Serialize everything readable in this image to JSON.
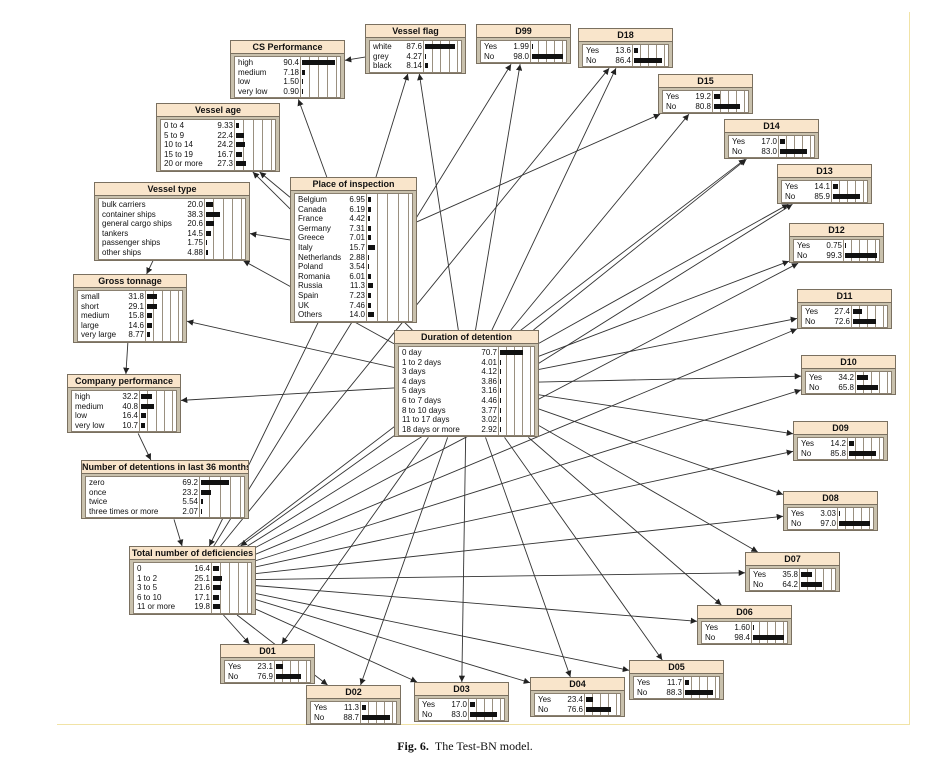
{
  "caption": {
    "label": "Fig. 6.",
    "text": "The Test-BN model."
  },
  "nodes": [
    {
      "id": "cs-performance",
      "title": "CS Performance",
      "states": [
        [
          "high",
          "90.4"
        ],
        [
          "medium",
          "7.18"
        ],
        [
          "low",
          "1.50"
        ],
        [
          "very low",
          "0.90"
        ]
      ]
    },
    {
      "id": "vessel-flag",
      "title": "Vessel flag",
      "states": [
        [
          "white",
          "87.6"
        ],
        [
          "grey",
          "4.27"
        ],
        [
          "black",
          "8.14"
        ]
      ]
    },
    {
      "id": "d99",
      "title": "D99",
      "states": [
        [
          "Yes",
          "1.99"
        ],
        [
          "No",
          "98.0"
        ]
      ]
    },
    {
      "id": "d18",
      "title": "D18",
      "states": [
        [
          "Yes",
          "13.6"
        ],
        [
          "No",
          "86.4"
        ]
      ]
    },
    {
      "id": "d15",
      "title": "D15",
      "states": [
        [
          "Yes",
          "19.2"
        ],
        [
          "No",
          "80.8"
        ]
      ]
    },
    {
      "id": "vessel-age",
      "title": "Vessel age",
      "states": [
        [
          "0 to 4",
          "9.33"
        ],
        [
          "5 to 9",
          "22.4"
        ],
        [
          "10 to 14",
          "24.2"
        ],
        [
          "15 to 19",
          "16.7"
        ],
        [
          "20 or more",
          "27.3"
        ]
      ]
    },
    {
      "id": "d14",
      "title": "D14",
      "states": [
        [
          "Yes",
          "17.0"
        ],
        [
          "No",
          "83.0"
        ]
      ]
    },
    {
      "id": "d13",
      "title": "D13",
      "states": [
        [
          "Yes",
          "14.1"
        ],
        [
          "No",
          "85.9"
        ]
      ]
    },
    {
      "id": "place-of-inspection",
      "title": "Place of inspection",
      "states": [
        [
          "Belgium",
          "6.95"
        ],
        [
          "Canada",
          "6.19"
        ],
        [
          "France",
          "4.42"
        ],
        [
          "Germany",
          "7.31"
        ],
        [
          "Greece",
          "7.01"
        ],
        [
          "Italy",
          "15.7"
        ],
        [
          "Netherlands",
          "2.88"
        ],
        [
          "Poland",
          "3.54"
        ],
        [
          "Romania",
          "6.01"
        ],
        [
          "Russia",
          "11.3"
        ],
        [
          "Spain",
          "7.23"
        ],
        [
          "UK",
          "7.46"
        ],
        [
          "Others",
          "14.0"
        ]
      ]
    },
    {
      "id": "vessel-type",
      "title": "Vessel type",
      "states": [
        [
          "bulk carriers",
          "20.0"
        ],
        [
          "container ships",
          "38.3"
        ],
        [
          "general cargo ships",
          "20.6"
        ],
        [
          "tankers",
          "14.5"
        ],
        [
          "passenger ships",
          "1.75"
        ],
        [
          "other ships",
          "4.88"
        ]
      ]
    },
    {
      "id": "d12",
      "title": "D12",
      "states": [
        [
          "Yes",
          "0.75"
        ],
        [
          "No",
          "99.3"
        ]
      ]
    },
    {
      "id": "gross-tonnage",
      "title": "Gross tonnage",
      "states": [
        [
          "small",
          "31.8"
        ],
        [
          "short",
          "29.1"
        ],
        [
          "medium",
          "15.8"
        ],
        [
          "large",
          "14.6"
        ],
        [
          "very large",
          "8.77"
        ]
      ]
    },
    {
      "id": "d11",
      "title": "D11",
      "states": [
        [
          "Yes",
          "27.4"
        ],
        [
          "No",
          "72.6"
        ]
      ]
    },
    {
      "id": "duration-of-detention",
      "title": "Duration of detention",
      "states": [
        [
          "0 day",
          "70.7"
        ],
        [
          "1 to 2 days",
          "4.01"
        ],
        [
          "3 days",
          "4.12"
        ],
        [
          "4 days",
          "3.86"
        ],
        [
          "5 days",
          "3.16"
        ],
        [
          "6 to 7 days",
          "4.46"
        ],
        [
          "8 to 10 days",
          "3.77"
        ],
        [
          "11 to 17 days",
          "3.02"
        ],
        [
          "18 days or more",
          "2.92"
        ]
      ]
    },
    {
      "id": "d10",
      "title": "D10",
      "states": [
        [
          "Yes",
          "34.2"
        ],
        [
          "No",
          "65.8"
        ]
      ]
    },
    {
      "id": "company-performance",
      "title": "Company performance",
      "states": [
        [
          "high",
          "32.2"
        ],
        [
          "medium",
          "40.8"
        ],
        [
          "low",
          "16.4"
        ],
        [
          "very low",
          "10.7"
        ]
      ]
    },
    {
      "id": "d09",
      "title": "D09",
      "states": [
        [
          "Yes",
          "14.2"
        ],
        [
          "No",
          "85.8"
        ]
      ]
    },
    {
      "id": "detentions-36",
      "title": "Number of detentions in last 36 months",
      "states": [
        [
          "zero",
          "69.2"
        ],
        [
          "once",
          "23.2"
        ],
        [
          "twice",
          "5.54"
        ],
        [
          "three times or more",
          "2.07"
        ]
      ]
    },
    {
      "id": "d08",
      "title": "D08",
      "states": [
        [
          "Yes",
          "3.03"
        ],
        [
          "No",
          "97.0"
        ]
      ]
    },
    {
      "id": "total-deficiencies",
      "title": "Total number of deficiencies",
      "states": [
        [
          "0",
          "16.4"
        ],
        [
          "1 to 2",
          "25.1"
        ],
        [
          "3 to 5",
          "21.6"
        ],
        [
          "6 to 10",
          "17.1"
        ],
        [
          "11 or more",
          "19.8"
        ]
      ]
    },
    {
      "id": "d07",
      "title": "D07",
      "states": [
        [
          "Yes",
          "35.8"
        ],
        [
          "No",
          "64.2"
        ]
      ]
    },
    {
      "id": "d06",
      "title": "D06",
      "states": [
        [
          "Yes",
          "1.60"
        ],
        [
          "No",
          "98.4"
        ]
      ]
    },
    {
      "id": "d01",
      "title": "D01",
      "states": [
        [
          "Yes",
          "23.1"
        ],
        [
          "No",
          "76.9"
        ]
      ]
    },
    {
      "id": "d05",
      "title": "D05",
      "states": [
        [
          "Yes",
          "11.7"
        ],
        [
          "No",
          "88.3"
        ]
      ]
    },
    {
      "id": "d02",
      "title": "D02",
      "states": [
        [
          "Yes",
          "11.3"
        ],
        [
          "No",
          "88.7"
        ]
      ]
    },
    {
      "id": "d03",
      "title": "D03",
      "states": [
        [
          "Yes",
          "17.0"
        ],
        [
          "No",
          "83.0"
        ]
      ]
    },
    {
      "id": "d04",
      "title": "D04",
      "states": [
        [
          "Yes",
          "23.4"
        ],
        [
          "No",
          "76.6"
        ]
      ]
    }
  ],
  "edges": [
    [
      "place-of-inspection",
      "cs-performance"
    ],
    [
      "vessel-flag",
      "cs-performance"
    ],
    [
      "place-of-inspection",
      "vessel-flag"
    ],
    [
      "duration-of-detention",
      "vessel-flag"
    ],
    [
      "place-of-inspection",
      "vessel-age"
    ],
    [
      "duration-of-detention",
      "vessel-age"
    ],
    [
      "place-of-inspection",
      "vessel-type"
    ],
    [
      "duration-of-detention",
      "vessel-type"
    ],
    [
      "vessel-type",
      "gross-tonnage"
    ],
    [
      "duration-of-detention",
      "gross-tonnage"
    ],
    [
      "gross-tonnage",
      "company-performance"
    ],
    [
      "duration-of-detention",
      "company-performance"
    ],
    [
      "company-performance",
      "detentions-36"
    ],
    [
      "detentions-36",
      "total-deficiencies"
    ],
    [
      "place-of-inspection",
      "total-deficiencies"
    ],
    [
      "duration-of-detention",
      "total-deficiencies"
    ],
    [
      "place-of-inspection",
      "d15"
    ],
    [
      "duration-of-detention",
      "d99"
    ],
    [
      "duration-of-detention",
      "d18"
    ],
    [
      "duration-of-detention",
      "d15"
    ],
    [
      "duration-of-detention",
      "d14"
    ],
    [
      "duration-of-detention",
      "d13"
    ],
    [
      "duration-of-detention",
      "d12"
    ],
    [
      "duration-of-detention",
      "d11"
    ],
    [
      "duration-of-detention",
      "d10"
    ],
    [
      "duration-of-detention",
      "d09"
    ],
    [
      "duration-of-detention",
      "d08"
    ],
    [
      "duration-of-detention",
      "d07"
    ],
    [
      "duration-of-detention",
      "d06"
    ],
    [
      "duration-of-detention",
      "d05"
    ],
    [
      "duration-of-detention",
      "d04"
    ],
    [
      "duration-of-detention",
      "d03"
    ],
    [
      "duration-of-detention",
      "d02"
    ],
    [
      "duration-of-detention",
      "d01"
    ],
    [
      "total-deficiencies",
      "d99"
    ],
    [
      "total-deficiencies",
      "d18"
    ],
    [
      "total-deficiencies",
      "d14"
    ],
    [
      "total-deficiencies",
      "d13"
    ],
    [
      "total-deficiencies",
      "d12"
    ],
    [
      "total-deficiencies",
      "d11"
    ],
    [
      "total-deficiencies",
      "d10"
    ],
    [
      "total-deficiencies",
      "d09"
    ],
    [
      "total-deficiencies",
      "d08"
    ],
    [
      "total-deficiencies",
      "d07"
    ],
    [
      "total-deficiencies",
      "d06"
    ],
    [
      "total-deficiencies",
      "d05"
    ],
    [
      "total-deficiencies",
      "d04"
    ],
    [
      "total-deficiencies",
      "d03"
    ],
    [
      "total-deficiencies",
      "d02"
    ],
    [
      "total-deficiencies",
      "d01"
    ]
  ]
}
